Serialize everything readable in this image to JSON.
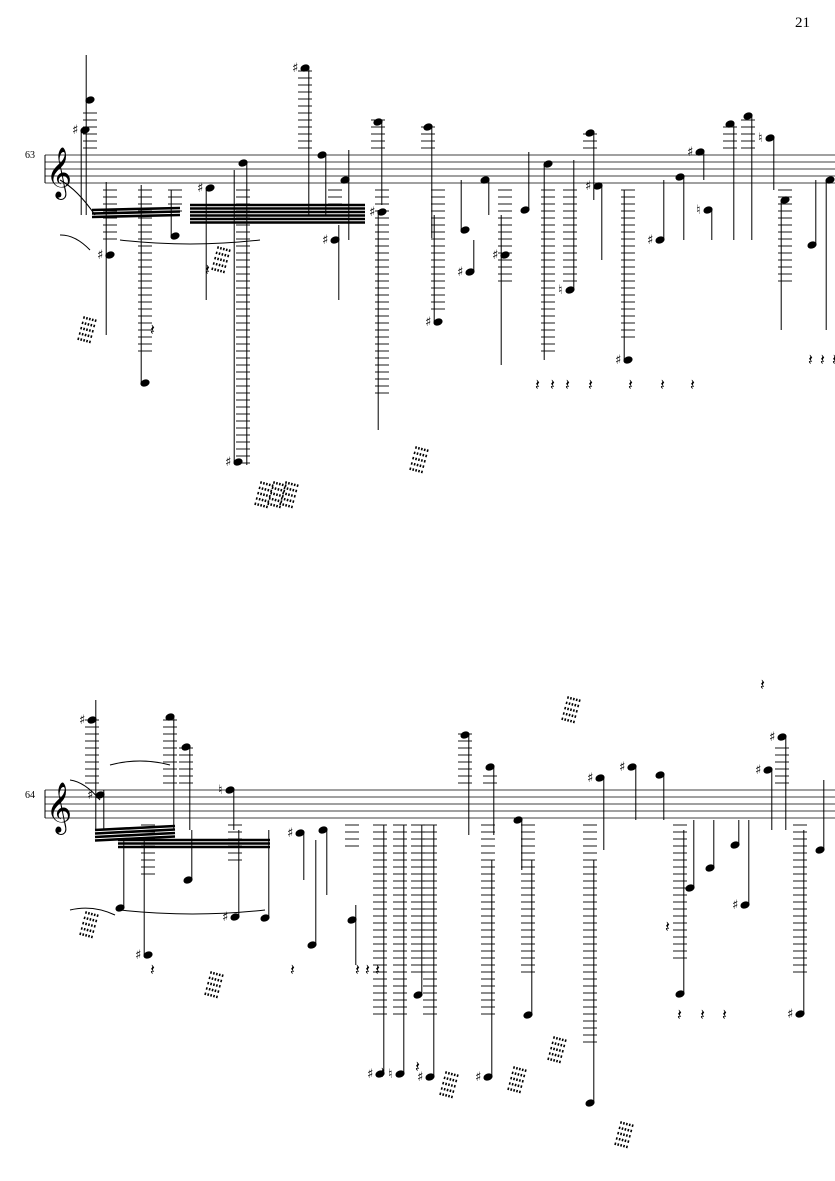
{
  "page": {
    "page_number": "21"
  },
  "systems": [
    {
      "measure_number": "63",
      "clef": "treble-clef"
    },
    {
      "measure_number": "64",
      "clef": "treble-clef"
    }
  ],
  "colors": {
    "ink": "#000000",
    "paper": "#ffffff"
  },
  "icons": {
    "clef": "treble-clef",
    "sharp": "sharp-sign",
    "natural": "natural-sign",
    "rest": "quarter-rest",
    "tremolo": "tremolo-slashes"
  }
}
